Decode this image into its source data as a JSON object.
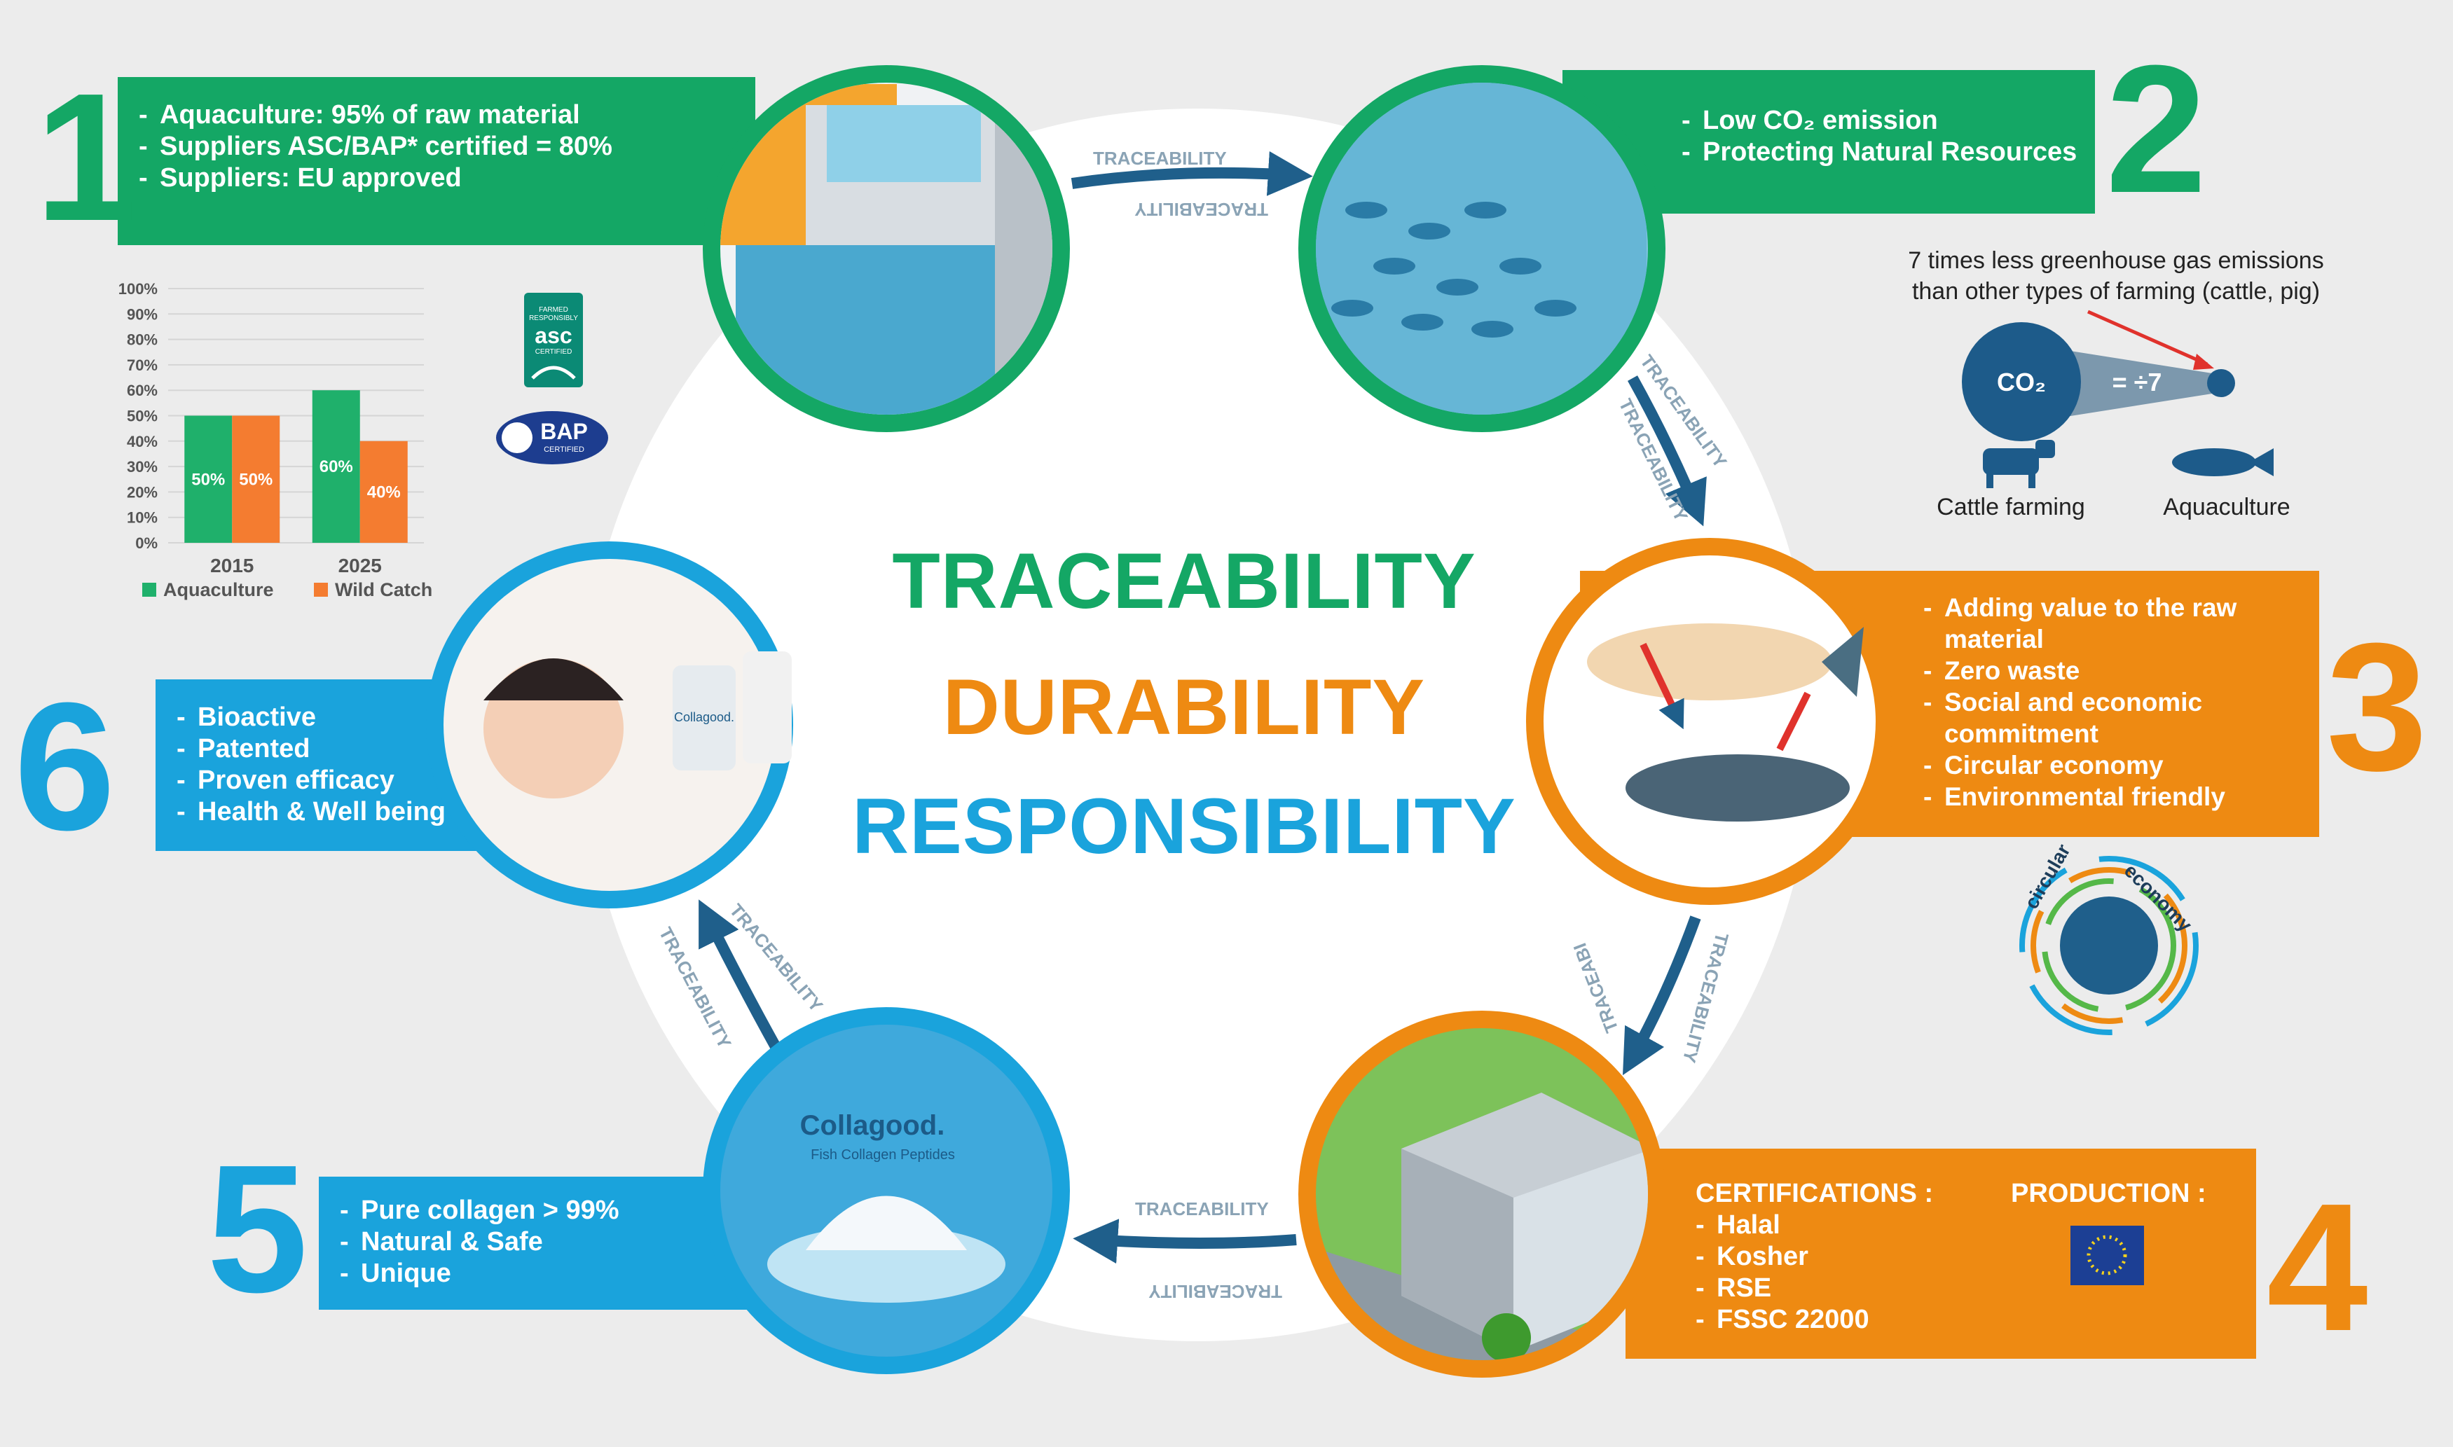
{
  "colors": {
    "green": "#14a765",
    "orange": "#ee8a12",
    "blue": "#1aa3dc",
    "dark_arrow": "#1f5f8b",
    "chart_green": "#1fb06b",
    "chart_orange": "#f47c30"
  },
  "center_words": [
    "TRACEABILITY",
    "DURABILITY",
    "RESPONSIBILITY"
  ],
  "arrow_label": "TRACEABILITY",
  "steps": {
    "s1": {
      "number": "1",
      "items": [
        "Aquaculture: 95% of raw material",
        "Suppliers ASC/BAP* certified = 80%",
        "Suppliers: EU approved"
      ]
    },
    "s2": {
      "number": "2",
      "items": [
        "Low CO₂ emission",
        "Protecting Natural Resources"
      ]
    },
    "s3": {
      "number": "3",
      "items": [
        "Adding value to the raw material",
        "Zero waste",
        "Social and economic commitment",
        "Circular economy",
        "Environmental friendly"
      ]
    },
    "s4": {
      "number": "4",
      "cert_title": "CERTIFICATIONS :",
      "items": [
        "Halal",
        "Kosher",
        "RSE",
        "FSSC 22000"
      ],
      "production_title": "PRODUCTION :"
    },
    "s5": {
      "number": "5",
      "items": [
        "Pure collagen > 99%",
        "Natural & Safe",
        "Unique"
      ]
    },
    "s6": {
      "number": "6",
      "items": [
        "Bioactive",
        "Patented",
        "Proven efficacy",
        "Health & Well being"
      ]
    }
  },
  "emissions": {
    "caption_line1": "7 times less greenhouse gas emissions",
    "caption_line2": "than other types of farming (cattle, pig)",
    "co2": "CO₂",
    "ratio": "= ÷7",
    "left_label": "Cattle farming",
    "right_label": "Aquaculture"
  },
  "logos": {
    "asc_brand": "asc",
    "asc_small": [
      "FARMED",
      "RESPONSIBLY",
      "CERTIFIED"
    ],
    "bap_brand": "BAP",
    "bap_small": "CERTIFIED",
    "circular_word1": "circular",
    "circular_word2": "economy",
    "collagood": "Collagood.",
    "collagood_sub": "Fish Collagen Peptides",
    "bottle_label": "Collagood."
  },
  "icons": [
    "fish-tank-icon",
    "fish-school-icon",
    "salmon-icon",
    "factory-icon",
    "collagen-powder-icon",
    "woman-wellbeing-icon",
    "cow-icon",
    "fish-icon",
    "eu-flag-icon"
  ],
  "chart_data": {
    "type": "bar",
    "categories": [
      "2015",
      "2025"
    ],
    "series": [
      {
        "name": "Aquaculture",
        "values": [
          50,
          60
        ]
      },
      {
        "name": "Wild Catch",
        "values": [
          50,
          40
        ]
      }
    ],
    "data_labels": [
      [
        "50%",
        "60%"
      ],
      [
        "50%",
        "40%"
      ]
    ],
    "ylim": [
      0,
      100
    ],
    "yticks": [
      "0%",
      "10%",
      "20%",
      "30%",
      "40%",
      "50%",
      "60%",
      "70%",
      "80%",
      "90%",
      "100%"
    ],
    "grid": true,
    "legend": "bottom"
  }
}
